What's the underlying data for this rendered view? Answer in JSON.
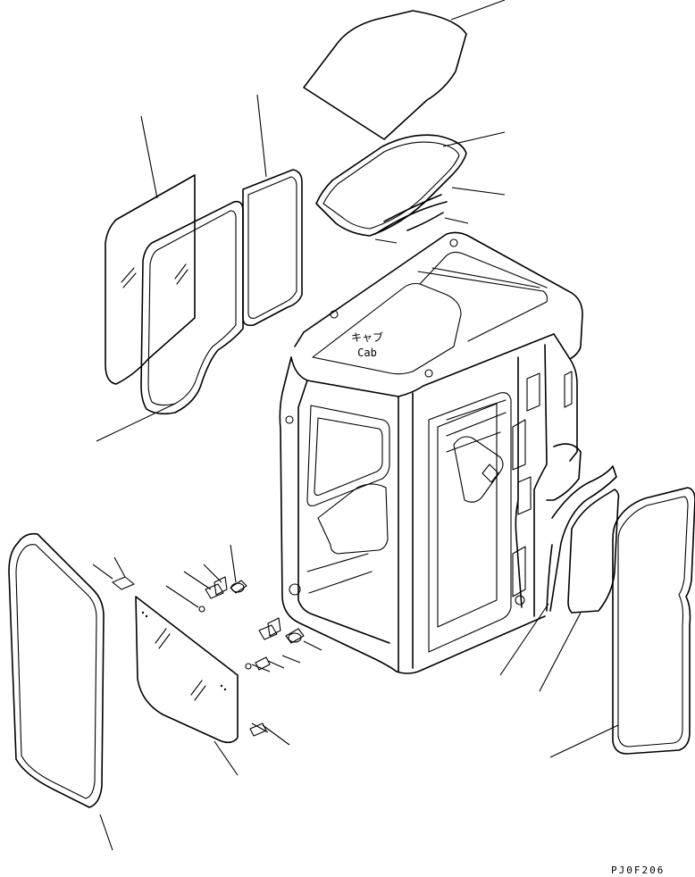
{
  "cab_label": {
    "japanese": "キャブ",
    "english": "Cab"
  },
  "drawing_code": "PJ0F206",
  "icons": [
    "cab-frame",
    "roof-glass",
    "front-glass",
    "rear-glass",
    "door-glass",
    "window-seal",
    "latch",
    "bolt"
  ]
}
